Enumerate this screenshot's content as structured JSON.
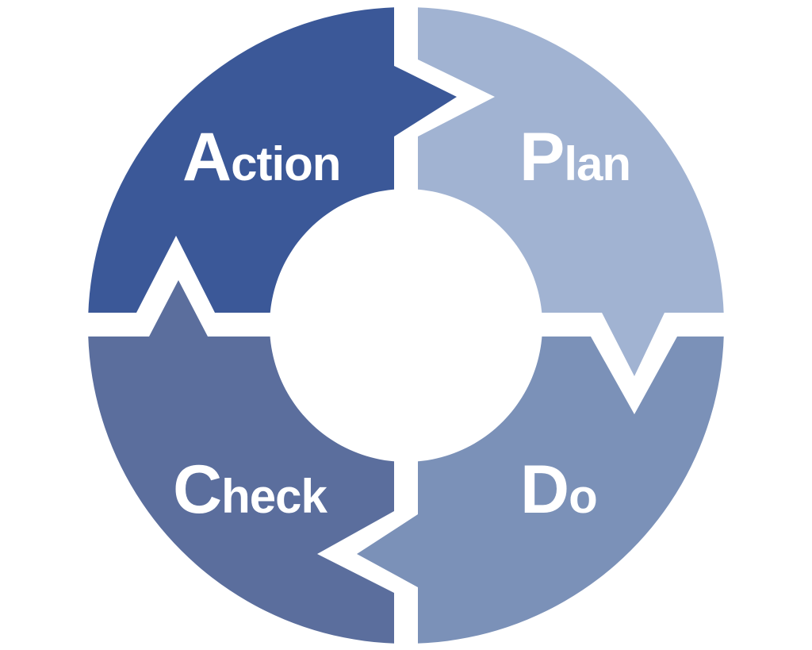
{
  "diagram": {
    "segments": [
      {
        "id": "plan",
        "initial": "P",
        "rest": "lan",
        "color": "#a1b3d2"
      },
      {
        "id": "do",
        "initial": "D",
        "rest": "o",
        "color": "#7b91b8"
      },
      {
        "id": "check",
        "initial": "C",
        "rest": "heck",
        "color": "#5b6e9d"
      },
      {
        "id": "action",
        "initial": "A",
        "rest": "ction",
        "color": "#3b5898"
      }
    ],
    "center_color": "#ffffff",
    "label_color": "#ffffff"
  }
}
